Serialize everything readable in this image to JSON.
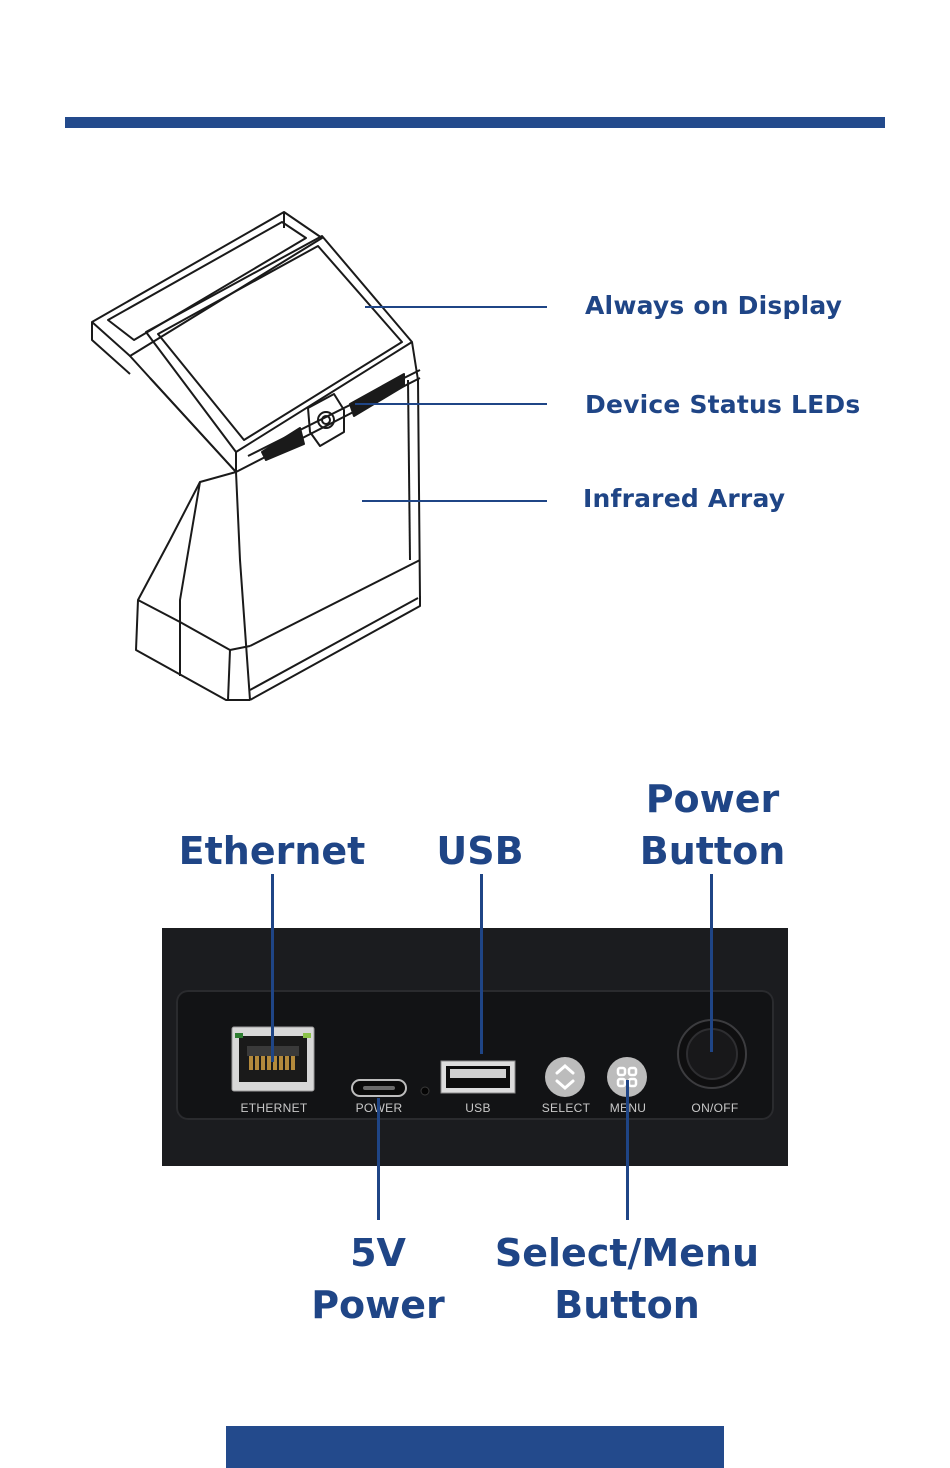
{
  "callouts_top": {
    "display": "Always on Display",
    "leds": "Device Status LEDs",
    "infrared": "Infrared Array"
  },
  "callouts_bottom": {
    "ethernet": "Ethernet",
    "usb": "USB",
    "power_button_line1": "Power",
    "power_button_line2": "Button",
    "five_v_line1": "5V",
    "five_v_line2": "Power",
    "select_menu_line1": "Select/Menu",
    "select_menu_line2": "Button"
  },
  "panel_labels": {
    "ethernet": "ETHERNET",
    "power": "POWER",
    "usb": "USB",
    "select": "SELECT",
    "menu": "MENU",
    "onoff": "ON/OFF"
  },
  "colors": {
    "accent": "#234a8c",
    "panel": "#1b1c1f"
  }
}
